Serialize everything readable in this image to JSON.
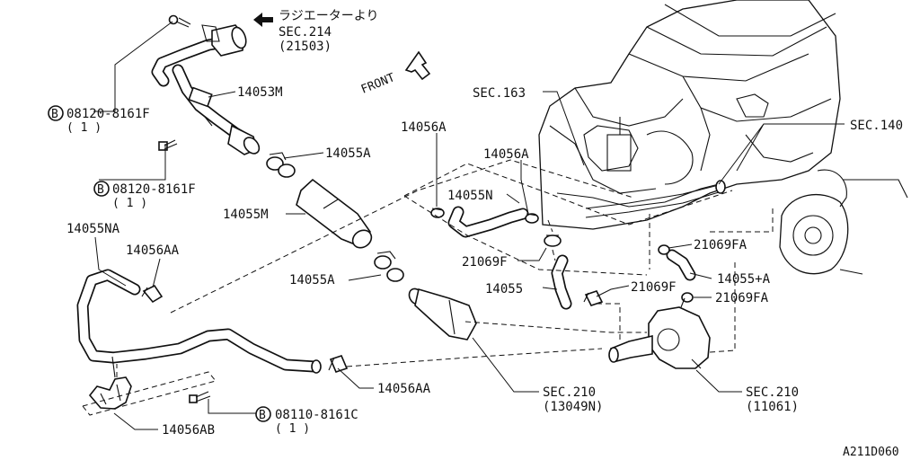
{
  "note_radiator": {
    "jp": "ラジエーターより",
    "sec": "SEC.214",
    "code": "(21503)"
  },
  "front_label": "FRONT",
  "callouts": {
    "bolt_top": {
      "code": "08120-8161F",
      "qty": "( 1 )",
      "badge": "B"
    },
    "bolt_mid": {
      "code": "08120-8161F",
      "qty": "( 1 )",
      "badge": "B"
    },
    "bolt_bottom": {
      "code": "08110-8161C",
      "qty": "( 1 )",
      "badge": "B"
    },
    "p14053M": "14053M",
    "p14055A_top": "14055A",
    "p14055M": "14055M",
    "p14055NA": "14055NA",
    "p14056AA_left": "14056AA",
    "p14055A_mid": "14055A",
    "p14056AA_bottom": "14056AA",
    "p14056AB": "14056AB",
    "p14056A_left": "14056A",
    "p14056A_right": "14056A",
    "p14055N": "14055N",
    "p21069F_left": "21069F",
    "p14055": "14055",
    "p21069F_right": "21069F",
    "p21069FA_top": "21069FA",
    "p14055plusA": "14055+A",
    "p21069FA_bottom": "21069FA",
    "sec163": "SEC.163",
    "sec140": "SEC.140",
    "sec210_left": {
      "sec": "SEC.210",
      "code": "(13049N)"
    },
    "sec210_right": {
      "sec": "SEC.210",
      "code": "(11061)"
    }
  },
  "diagram_id": "A211D060"
}
